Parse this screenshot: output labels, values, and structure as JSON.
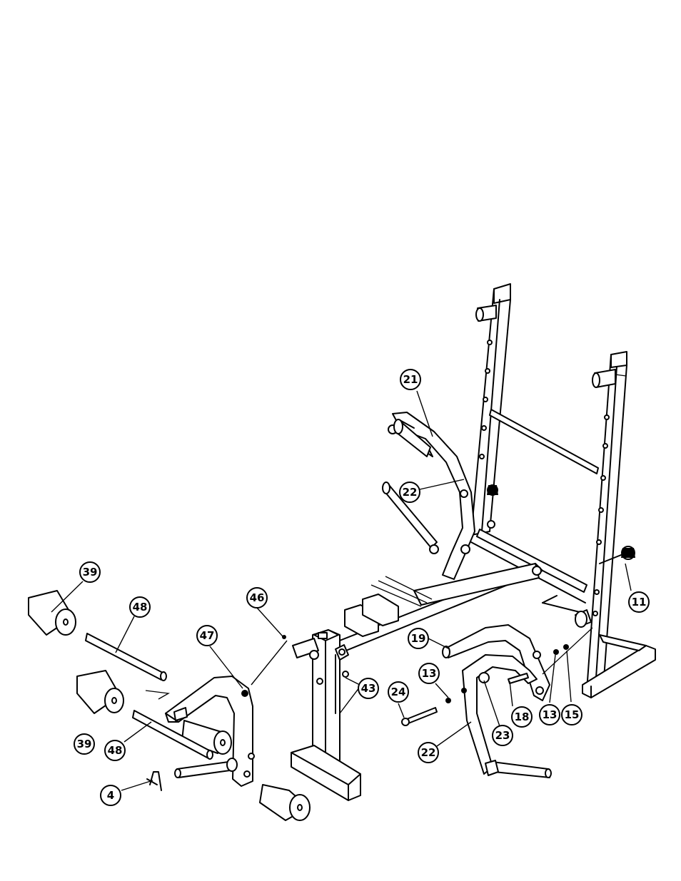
{
  "callouts": [
    {
      "id": "c21a",
      "label": "21"
    },
    {
      "id": "c22a",
      "label": "22"
    },
    {
      "id": "c11",
      "label": "11"
    },
    {
      "id": "c39a",
      "label": "39"
    },
    {
      "id": "c48a",
      "label": "48"
    },
    {
      "id": "c46",
      "label": "46"
    },
    {
      "id": "c47",
      "label": "47"
    },
    {
      "id": "c19",
      "label": "19"
    },
    {
      "id": "c43",
      "label": "43"
    },
    {
      "id": "c13a",
      "label": "13"
    },
    {
      "id": "c24",
      "label": "24"
    },
    {
      "id": "c39b",
      "label": "39"
    },
    {
      "id": "c48b",
      "label": "48"
    },
    {
      "id": "c18",
      "label": "18"
    },
    {
      "id": "c13b",
      "label": "13"
    },
    {
      "id": "c15",
      "label": "15"
    },
    {
      "id": "c23",
      "label": "23"
    },
    {
      "id": "c22b",
      "label": "22"
    },
    {
      "id": "c4",
      "label": "4"
    }
  ]
}
